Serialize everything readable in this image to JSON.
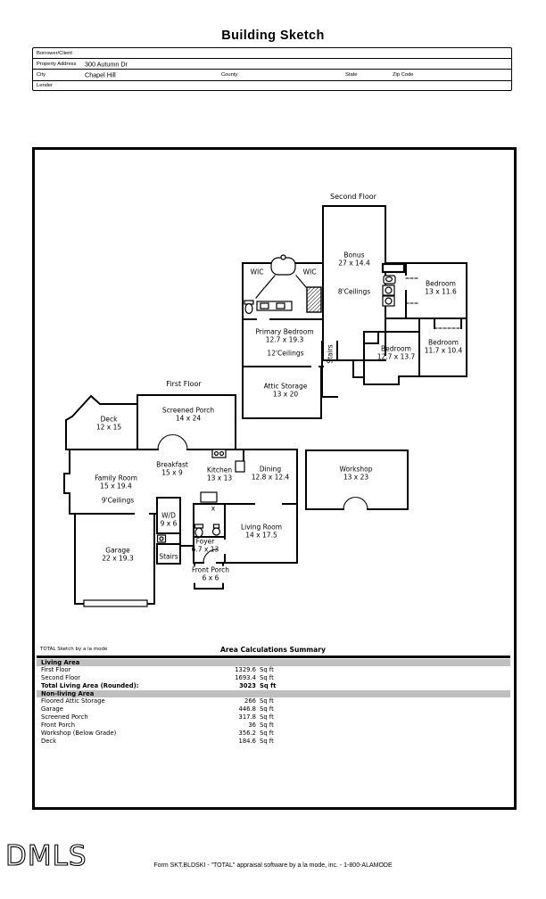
{
  "page_title": "Building Sketch",
  "form": {
    "borrower_label": "Borrower/Client",
    "property_address_label": "Property Address",
    "property_address_value": "300 Autumn Dr",
    "city_label": "City",
    "city_value": "Chapel Hill",
    "county_label": "County",
    "state_label": "State",
    "zip_label": "Zip Code",
    "lender_label": "Lender"
  },
  "plan": {
    "rooms": [
      {
        "id": "second-floor-title",
        "text": "Second Floor"
      },
      {
        "id": "wic-left",
        "text": "WIC"
      },
      {
        "id": "wic-right",
        "text": "WIC"
      },
      {
        "id": "bonus",
        "text": "Bonus\n27 x 14.4"
      },
      {
        "id": "bonus-ceilings",
        "text": "8'Ceilings"
      },
      {
        "id": "bedroom-13x116",
        "text": "Bedroom\n13 x 11.6"
      },
      {
        "id": "primary-bedroom",
        "text": "Primary Bedroom\n12.7 x 19.3"
      },
      {
        "id": "primary-ceilings",
        "text": "12'Ceilings"
      },
      {
        "id": "stairs-second-floor",
        "text": "Stairs"
      },
      {
        "id": "bedroom-127x137",
        "text": "Bedroom\n12.7 x 13.7"
      },
      {
        "id": "bedroom-117x104",
        "text": "Bedroom\n11.7 x 10.4"
      },
      {
        "id": "attic-storage",
        "text": "Attic Storage\n13 x 20"
      },
      {
        "id": "first-floor-title",
        "text": "First Floor"
      },
      {
        "id": "deck",
        "text": "Deck\n12 x 15"
      },
      {
        "id": "screened-porch",
        "text": "Screened Porch\n14 x 24"
      },
      {
        "id": "breakfast",
        "text": "Breakfast\n15 x 9"
      },
      {
        "id": "kitchen",
        "text": "Kitchen\n13 x 13"
      },
      {
        "id": "family-room",
        "text": "Family Room\n15 x 19.4"
      },
      {
        "id": "family-ceilings",
        "text": "9'Ceilings"
      },
      {
        "id": "dining",
        "text": "Dining\n12.8 x 12.4"
      },
      {
        "id": "workshop",
        "text": "Workshop\n13 x 23"
      },
      {
        "id": "washer-dryer",
        "text": "W/D\n9 x 6"
      },
      {
        "id": "garage",
        "text": "Garage\n22 x 19.3"
      },
      {
        "id": "stairs-first-floor",
        "text": "Stairs"
      },
      {
        "id": "foyer",
        "text": "Foyer\n6.7 x 13"
      },
      {
        "id": "living-room",
        "text": "Living Room\n14 x 17.5"
      },
      {
        "id": "front-porch",
        "text": "Front Porch\n6 x 6"
      },
      {
        "id": "door-marker",
        "text": "x"
      }
    ]
  },
  "summary": {
    "watermark": "TOTAL Sketch by a la mode",
    "title": "Area Calculations Summary",
    "sections": [
      {
        "header": "Living Area",
        "rows": [
          {
            "label": "First Floor",
            "value": "1329.6",
            "unit": "Sq ft"
          },
          {
            "label": "Second Floor",
            "value": "1693.4",
            "unit": "Sq ft"
          },
          {
            "label": "Total Living Area (Rounded):",
            "value": "3023",
            "unit": "Sq ft"
          }
        ]
      },
      {
        "header": "Non-living Area",
        "rows": [
          {
            "label": "Floored Attic Storage",
            "value": "266",
            "unit": "Sq ft"
          },
          {
            "label": "Garage",
            "value": "446.8",
            "unit": "Sq ft"
          },
          {
            "label": "Screened Porch",
            "value": "317.8",
            "unit": "Sq ft"
          },
          {
            "label": "Front Porch",
            "value": "36",
            "unit": "Sq ft"
          },
          {
            "label": "Workshop (Below Grade)",
            "value": "356.2",
            "unit": "Sq ft"
          },
          {
            "label": "Deck",
            "value": "184.6",
            "unit": "Sq ft"
          }
        ]
      }
    ]
  },
  "footer": {
    "logo": "DMLS",
    "text": "Form SKT.BLDSKI - \"TOTAL\" appraisal software by a la mode, inc. - 1-800-ALAMODE"
  }
}
